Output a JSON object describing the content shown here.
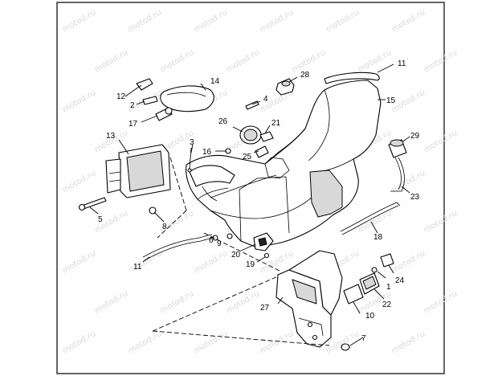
{
  "watermark": {
    "text": "motod.ru",
    "color": "#d9d9d9"
  },
  "callouts": {
    "c1": "1",
    "c2": "2",
    "c3": "3",
    "c4": "4",
    "c5": "5",
    "c6": "6",
    "c7": "7",
    "c8": "8",
    "c9": "9",
    "c10": "10",
    "c11a": "11",
    "c11b": "11",
    "c12": "12",
    "c13": "13",
    "c14": "14",
    "c15": "15",
    "c16": "16",
    "c17": "17",
    "c18": "18",
    "c19": "19",
    "c20": "20",
    "c21": "21",
    "c22": "22",
    "c23": "23",
    "c24": "24",
    "c25": "25",
    "c26": "26",
    "c27": "27",
    "c28": "28",
    "c29": "29"
  },
  "colors": {
    "line": "#000000",
    "shade": "#d8d8d8",
    "background": "#ffffff"
  }
}
